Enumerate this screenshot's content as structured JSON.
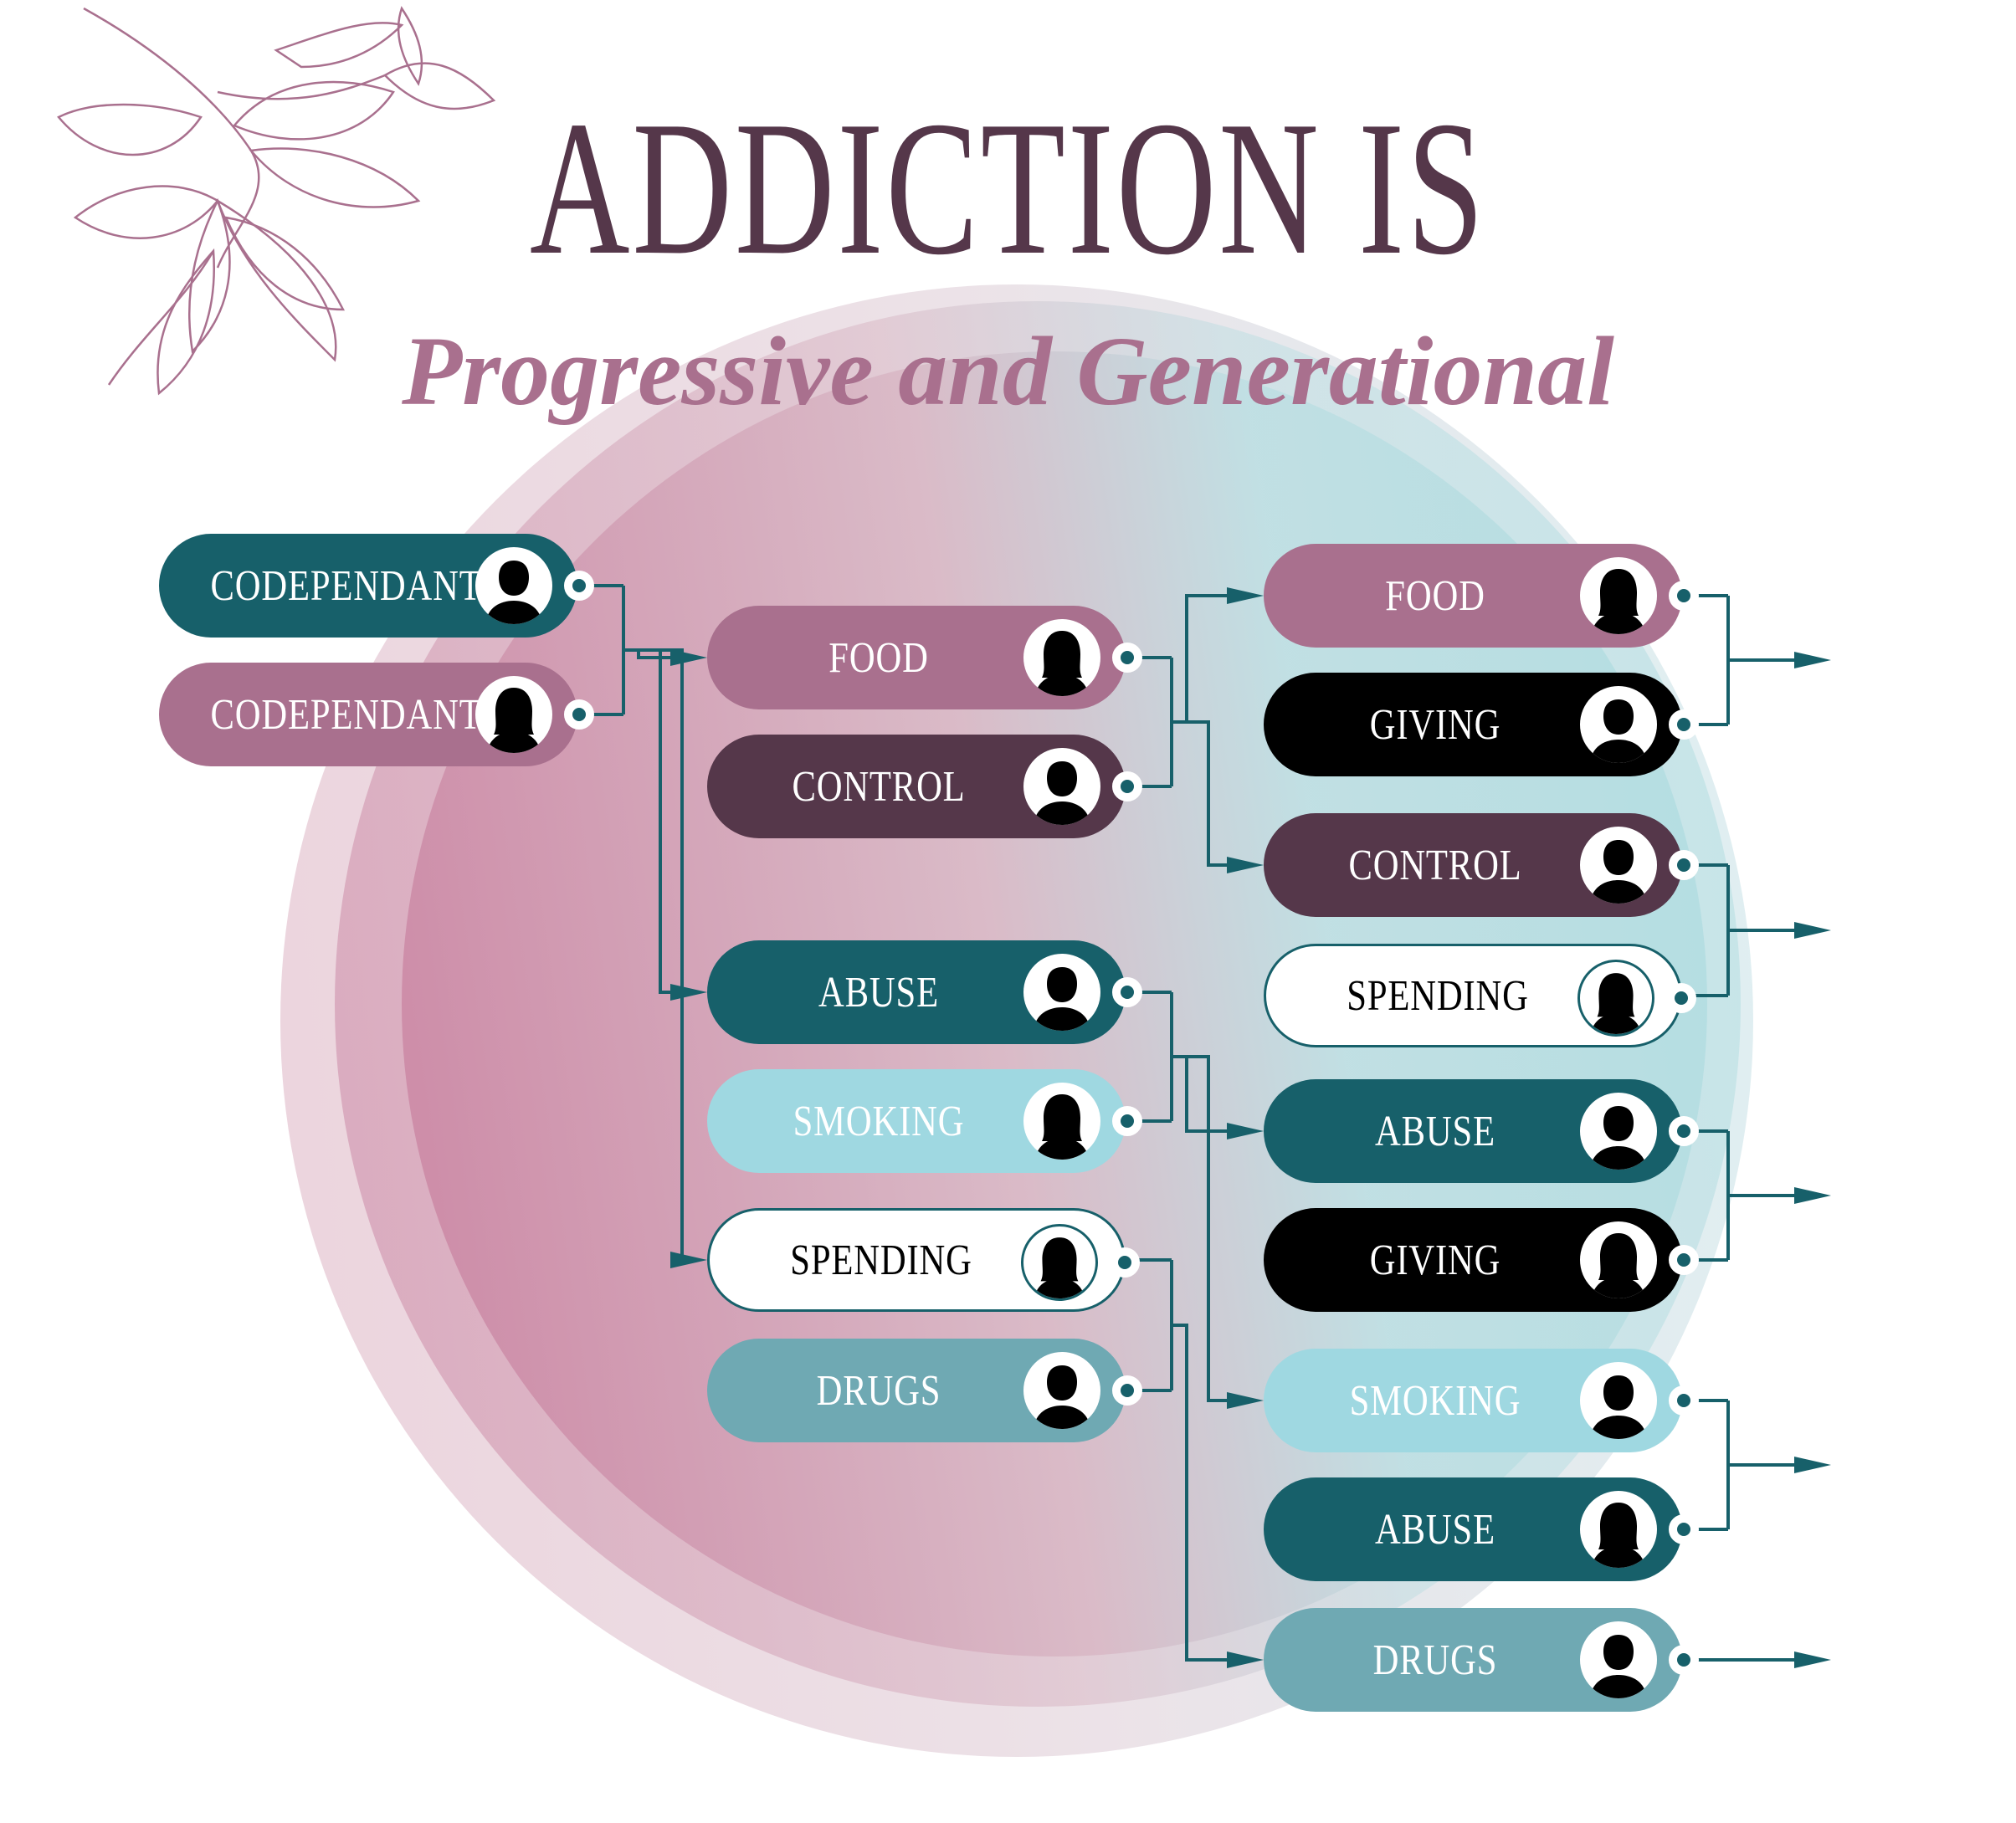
{
  "title": "ADDICTION IS",
  "subtitle": "Progressive and Generational",
  "colors": {
    "teal_dark": "#17606a",
    "mauve": "#a9708e",
    "plum": "#55374a",
    "light_blue": "#9fd8e1",
    "steel_teal": "#6fa9b3",
    "black": "#000000",
    "white": "#ffffff",
    "connector": "#17606a"
  },
  "generations": [
    {
      "nodes": [
        {
          "label": "CODEPENDANT",
          "color": "teal_dark",
          "avatar": "male-silhouette-icon"
        },
        {
          "label": "CODEPENDANT",
          "color": "mauve",
          "avatar": "female-silhouette-icon"
        }
      ]
    },
    {
      "nodes": [
        {
          "label": "FOOD",
          "color": "mauve",
          "avatar": "female-silhouette-icon"
        },
        {
          "label": "CONTROL",
          "color": "plum",
          "avatar": "male-silhouette-icon"
        },
        {
          "label": "ABUSE",
          "color": "teal_dark",
          "avatar": "male-silhouette-icon"
        },
        {
          "label": "SMOKING",
          "color": "light_blue",
          "avatar": "female-silhouette-icon"
        },
        {
          "label": "SPENDING",
          "color": "white",
          "avatar": "female-silhouette-icon"
        },
        {
          "label": "DRUGS",
          "color": "steel_teal",
          "avatar": "male-silhouette-icon"
        }
      ]
    },
    {
      "nodes": [
        {
          "label": "FOOD",
          "color": "mauve",
          "avatar": "female-silhouette-icon"
        },
        {
          "label": "GIVING",
          "color": "black",
          "avatar": "male-silhouette-icon"
        },
        {
          "label": "CONTROL",
          "color": "plum",
          "avatar": "male-silhouette-icon"
        },
        {
          "label": "SPENDING",
          "color": "white",
          "avatar": "female-silhouette-icon"
        },
        {
          "label": "ABUSE",
          "color": "teal_dark",
          "avatar": "male-silhouette-icon"
        },
        {
          "label": "GIVING",
          "color": "black",
          "avatar": "female-silhouette-icon"
        },
        {
          "label": "SMOKING",
          "color": "light_blue",
          "avatar": "male-silhouette-icon"
        },
        {
          "label": "ABUSE",
          "color": "teal_dark",
          "avatar": "female-silhouette-icon"
        },
        {
          "label": "DRUGS",
          "color": "steel_teal",
          "avatar": "male-silhouette-icon"
        }
      ]
    }
  ],
  "links": [
    {
      "from": [
        [
          0,
          0
        ],
        [
          0,
          1
        ]
      ],
      "to": [
        [
          1,
          0
        ],
        [
          1,
          2
        ],
        [
          1,
          4
        ]
      ]
    },
    {
      "from": [
        [
          1,
          0
        ],
        [
          1,
          1
        ]
      ],
      "to": [
        [
          2,
          0
        ],
        [
          2,
          2
        ]
      ]
    },
    {
      "from": [
        [
          1,
          2
        ],
        [
          1,
          3
        ]
      ],
      "to": [
        [
          2,
          4
        ],
        [
          2,
          6
        ]
      ]
    },
    {
      "from": [
        [
          1,
          4
        ],
        [
          1,
          5
        ]
      ],
      "to": [
        [
          2,
          8
        ]
      ]
    },
    {
      "from": [
        [
          2,
          0
        ],
        [
          2,
          1
        ]
      ],
      "to": [
        "out"
      ]
    },
    {
      "from": [
        [
          2,
          2
        ],
        [
          2,
          3
        ]
      ],
      "to": [
        "out"
      ]
    },
    {
      "from": [
        [
          2,
          4
        ],
        [
          2,
          5
        ]
      ],
      "to": [
        "out"
      ]
    },
    {
      "from": [
        [
          2,
          6
        ],
        [
          2,
          7
        ]
      ],
      "to": [
        "out"
      ]
    },
    {
      "from": [
        [
          2,
          8
        ]
      ],
      "to": [
        "out"
      ]
    }
  ]
}
